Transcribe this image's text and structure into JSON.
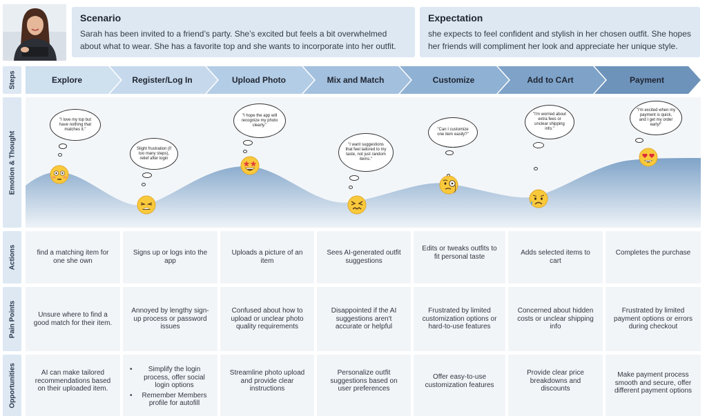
{
  "scenario": {
    "title": "Scenario",
    "text": "Sarah has been invited to a friend’s party. She’s excited but feels a bit overwhelmed about what to wear. She has a favorite top and she wants to incorporate into her outfit."
  },
  "expectation": {
    "title": "Expectation",
    "text": "she expects to feel confident and stylish in her chosen outfit. She hopes her friends will compliment her look and appreciate her unique style."
  },
  "row_labels": {
    "steps": "Steps",
    "emotion": "Emotion & Thought",
    "actions": "Actions",
    "pain_points": "Pain Points",
    "opportunities": "Opportunities"
  },
  "steps": [
    "Explore",
    "Register/Log In",
    "Upload Photo",
    "Mix and Match",
    "Customize",
    "Add to CArt",
    "Payment"
  ],
  "thoughts": [
    "\"I love my top but have nothing that matches it.\"",
    "Slight frustration (if too many steps), relief after login",
    "\"I hope the app will recognize my photo clearly.\"",
    "\"I want suggestions that feel tailored to my taste, not just random items.\"",
    "\"Can I customize one item easily?\"",
    "\"I'm worried about extra fees or unclear shipping info.\"",
    "\"I'm excited when my payment is quick, and I get my order early!\""
  ],
  "emotions": [
    "neutral-flushed-face",
    "weary-face",
    "star-struck-face",
    "confounded-face",
    "monocle-face",
    "sad-sweat-face",
    "heart-eyes-face"
  ],
  "actions": [
    "find a matching item for one she own",
    "Signs up or logs into the app",
    "Uploads a picture of an item",
    "Sees AI-generated outfit suggestions",
    "Edits or tweaks outfits to fit personal taste",
    "Adds selected items to cart",
    "Completes the purchase"
  ],
  "pain_points": [
    "Unsure where to find a good match for their item.",
    "Annoyed by lengthy sign-up process or password issues",
    "Confused about how to upload or unclear photo quality requirements",
    "Disappointed if the AI suggestions aren't accurate or helpful",
    "Frustrated by limited customization options or hard-to-use features",
    "Concerned about hidden costs or unclear shipping info",
    "Frustrated by limited payment options or errors during checkout"
  ],
  "opportunities": {
    "explore": "AI can make tailored recommendations based on their uploaded item.",
    "register": [
      "Simplify the login process, offer social login options",
      "Remember Members profile for autofill"
    ],
    "upload": "Streamline photo upload and provide clear instructions",
    "mix": "Personalize outfit suggestions based on user preferences",
    "customize": "Offer easy-to-use customization features",
    "cart": "Provide clear price breakdowns and discounts",
    "payment": "Make payment process smooth and secure, offer different payment options"
  },
  "colors": {
    "box_bg": "#dde8f3",
    "cell_bg": "#f2f5f8",
    "curve_top": "#7fa3c8",
    "curve_bottom": "#e8eff6",
    "steps_gradient": [
      "#cfe0ef",
      "#a9c6e2",
      "#88abcf",
      "#6e93bb"
    ]
  }
}
